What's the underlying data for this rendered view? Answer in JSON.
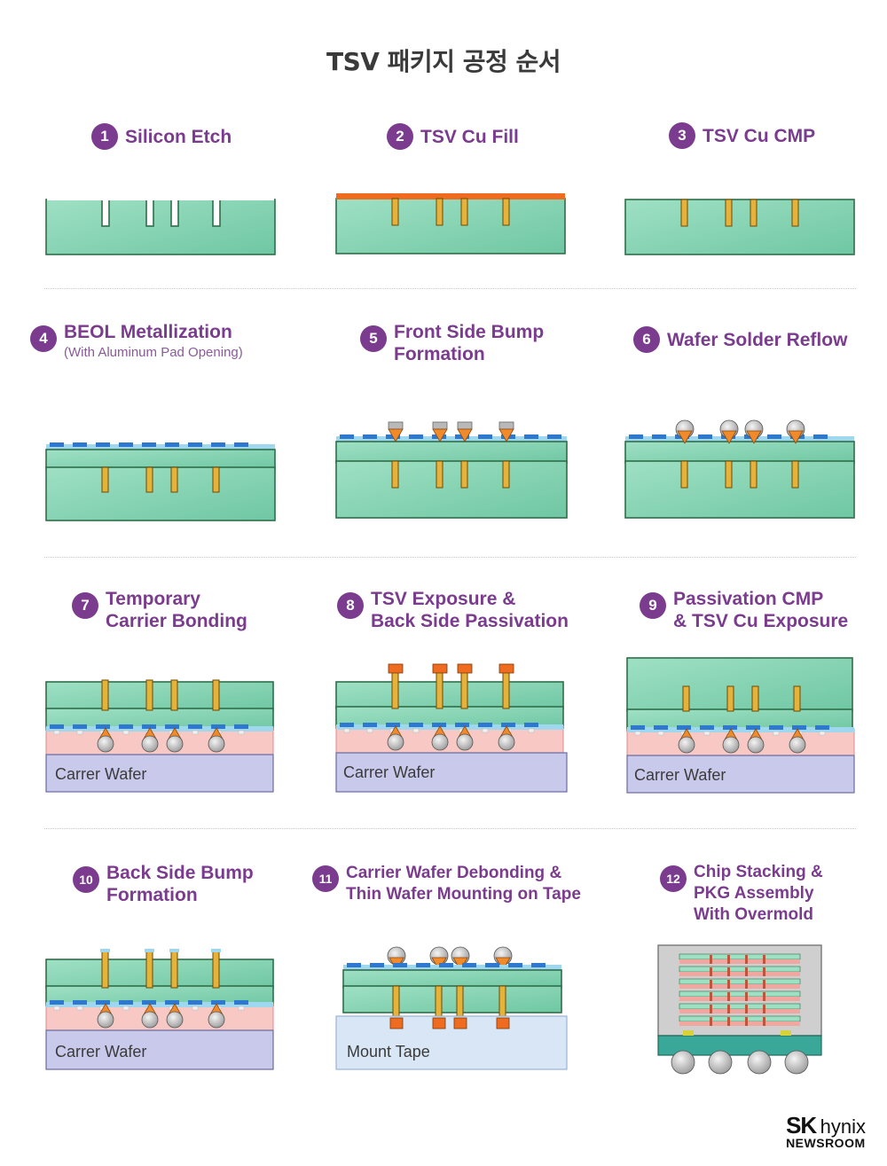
{
  "title": "TSV 패키지 공정 순서",
  "steps": [
    {
      "num": "1",
      "lines": [
        "Silicon Etch"
      ]
    },
    {
      "num": "2",
      "lines": [
        "TSV Cu Fill"
      ]
    },
    {
      "num": "3",
      "lines": [
        "TSV Cu CMP"
      ]
    },
    {
      "num": "4",
      "lines": [
        "BEOL Metallization"
      ],
      "sub": "(With Aluminum Pad Opening)"
    },
    {
      "num": "5",
      "lines": [
        "Front Side Bump",
        "Formation"
      ]
    },
    {
      "num": "6",
      "lines": [
        "Wafer Solder Reflow"
      ]
    },
    {
      "num": "7",
      "lines": [
        "Temporary",
        "Carrier Bonding"
      ]
    },
    {
      "num": "8",
      "lines": [
        "TSV Exposure &",
        "Back Side Passivation"
      ]
    },
    {
      "num": "9",
      "lines": [
        "Passivation CMP",
        "& TSV Cu Exposure"
      ]
    },
    {
      "num": "10",
      "lines": [
        "Back Side Bump",
        "Formation"
      ]
    },
    {
      "num": "11",
      "lines": [
        "Carrier Wafer Debonding &",
        "Thin Wafer Mounting on Tape"
      ]
    },
    {
      "num": "12",
      "lines": [
        "Chip Stacking &",
        "PKG Assembly",
        "With Overmold"
      ]
    }
  ],
  "diagram_labels": {
    "carrier_wafer": "Carrer Wafer",
    "mount_tape": "Mount Tape"
  },
  "brand": {
    "sk": "SK",
    "hynix": "hynix",
    "newsroom": "NEWSROOM"
  },
  "colors": {
    "accent": "#7b3b8e",
    "silicon": "#8fd6b8",
    "silicon_edge": "#2f6e4a",
    "copper": "#e7b23a",
    "fill_layer": "#ef6b1f",
    "metal_layer": "#2f78d0",
    "carrier_bond": "#f7c8c4",
    "carrier_wafer": "#c9c9ec",
    "mount_tape": "#d8e6f5",
    "solder": "#c7c7c7",
    "bump_cone": "#f08a2a"
  }
}
